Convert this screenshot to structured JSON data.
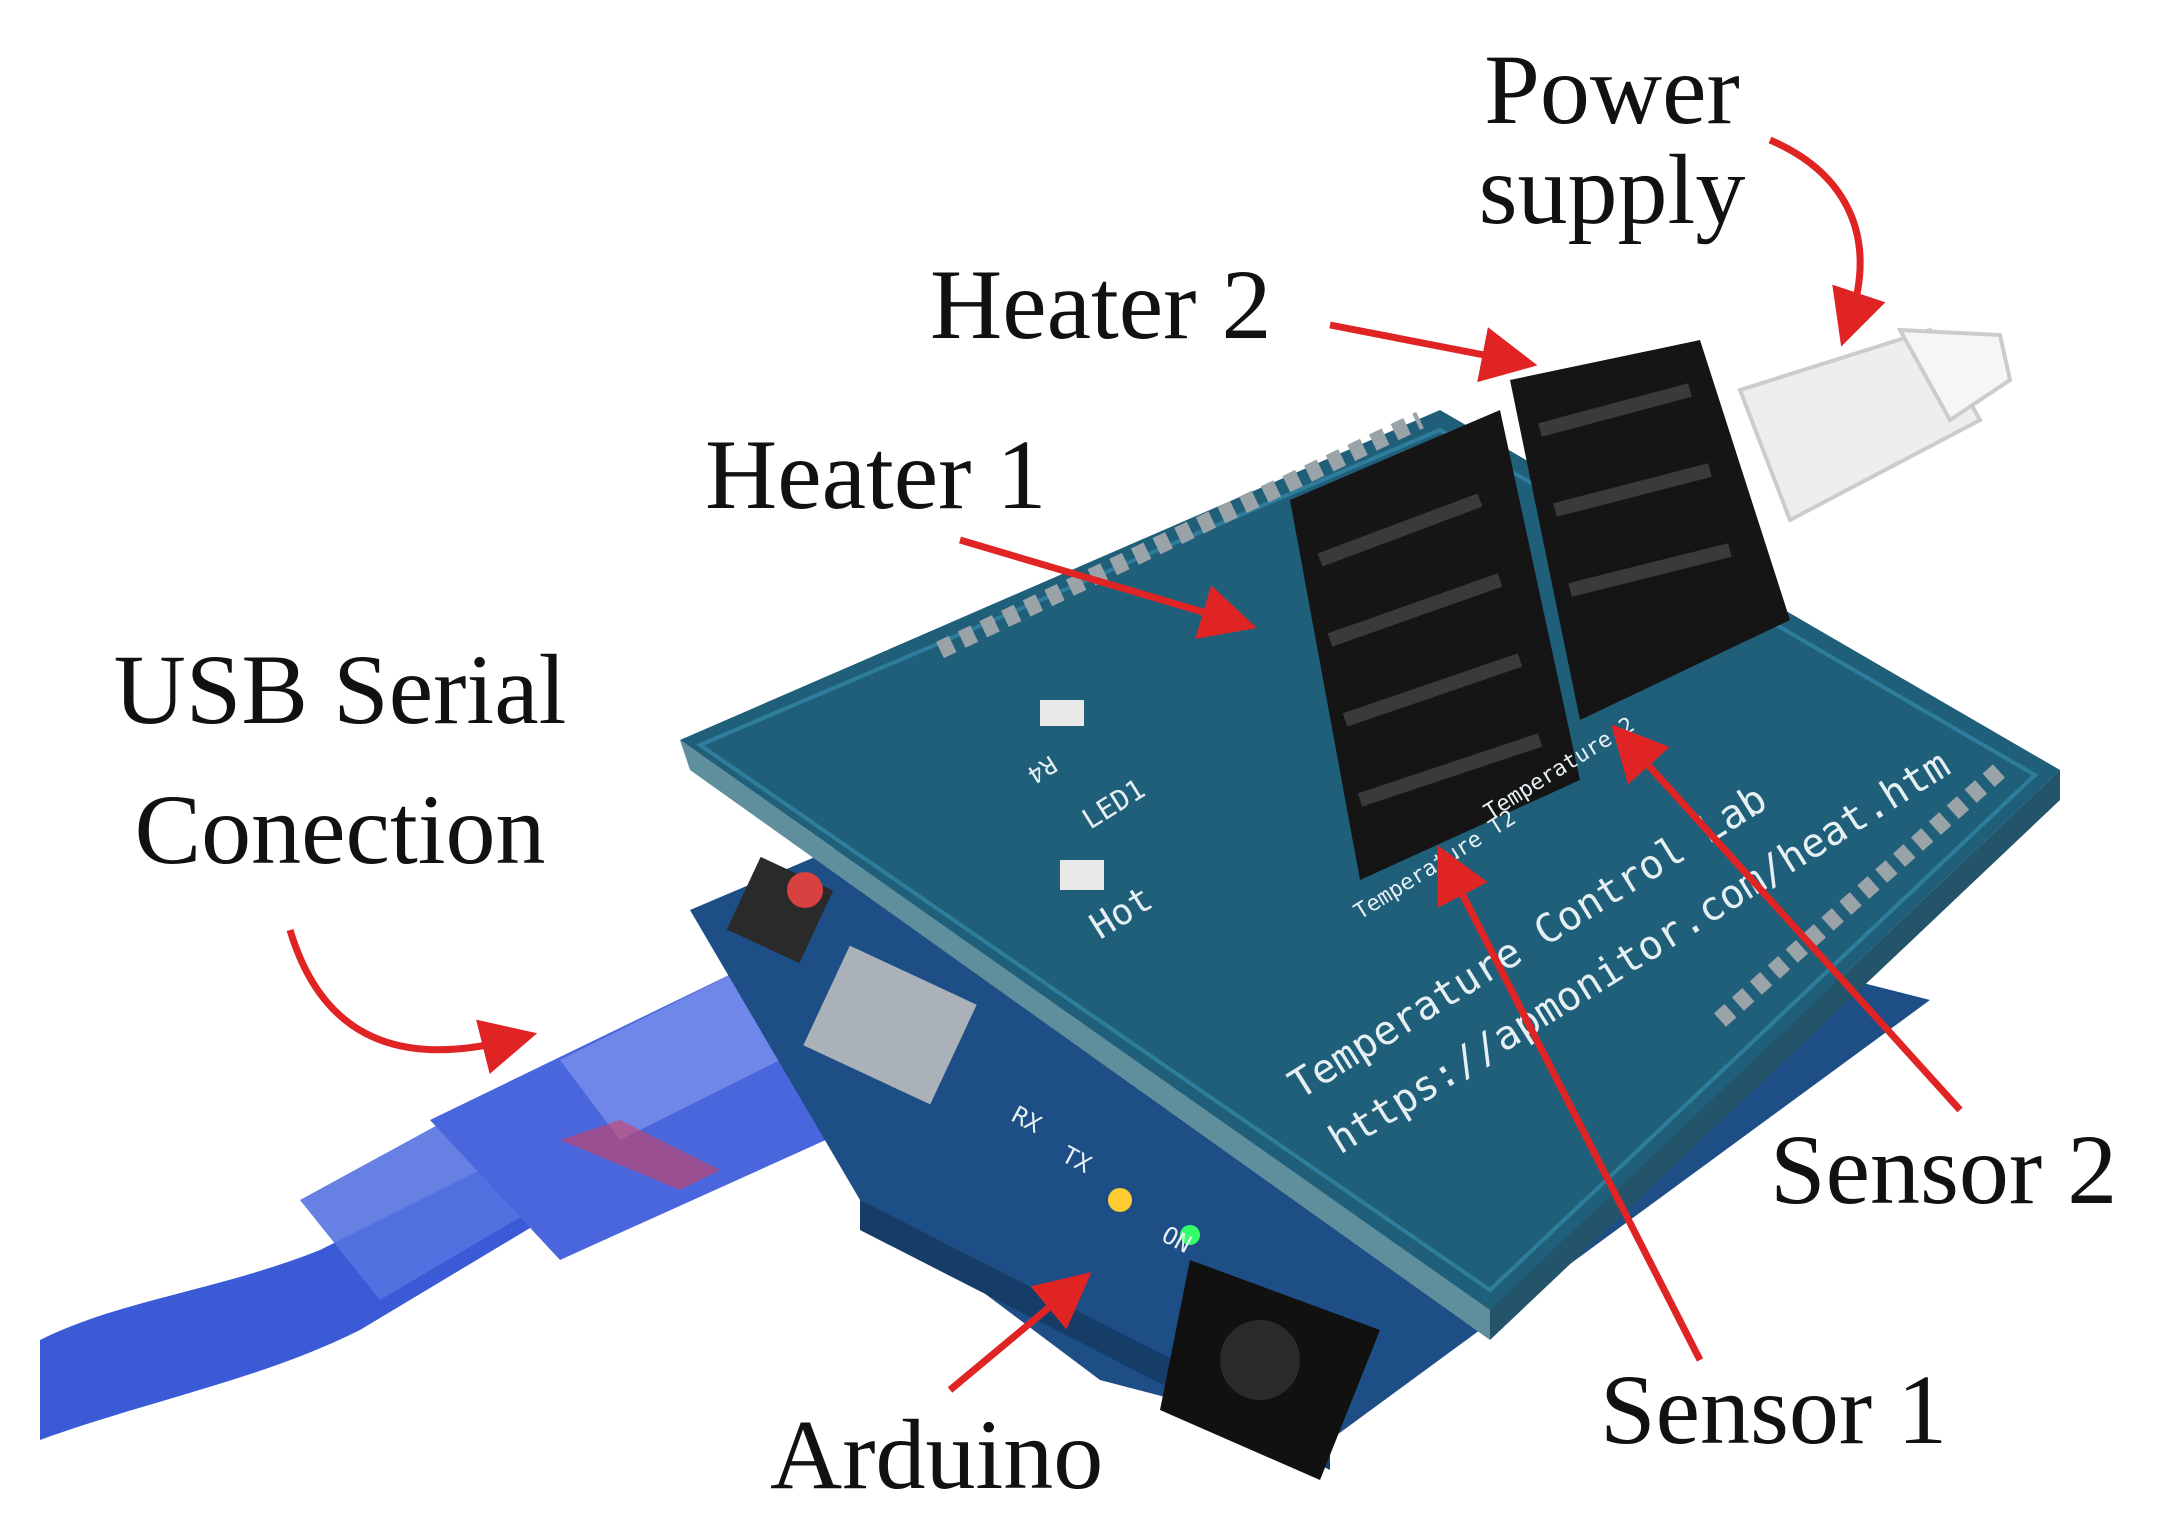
{
  "labels": {
    "power_supply_line1": "Power",
    "power_supply_line2": "supply",
    "heater2": "Heater 2",
    "heater1": "Heater 1",
    "usb_line1": "USB Serial",
    "usb_line2": "Conection",
    "sensor2": "Sensor 2",
    "sensor1": "Sensor 1",
    "arduino": "Arduino"
  },
  "board_print": {
    "title": "Temperature Control Lab",
    "url": "https://apmonitor.com/heat.htm",
    "led_label": "Hot",
    "led_ref": "LED1",
    "resistor_ref": "R4",
    "temp1_label": "Temperature T2",
    "temp2_label": "Temperature 2",
    "rx": "RX",
    "tx": "TX",
    "on": "ON"
  },
  "colors": {
    "arrow": "#e02424",
    "shield": "#1f5f7a",
    "shield_edge": "#2f7d9c",
    "arduino": "#1d4e86",
    "heatsink": "#151515",
    "cable": "#3b5bd6",
    "label_text": "#111111"
  }
}
